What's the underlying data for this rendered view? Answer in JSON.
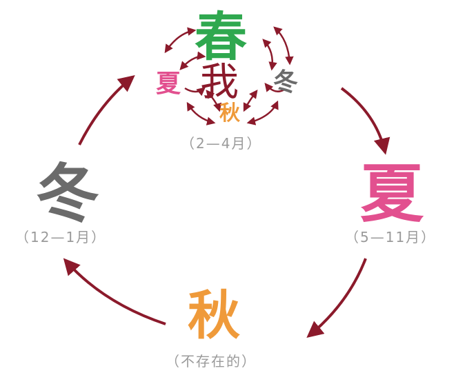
{
  "center": {
    "spring": "春",
    "summer": "夏",
    "self": "我",
    "winter": "冬",
    "autumn": "秋",
    "spring_note": "（2—4月）"
  },
  "right": {
    "label": "夏",
    "note": "（5—11月）"
  },
  "bottom": {
    "label": "秋",
    "note": "（不存在的）"
  },
  "left": {
    "label": "冬",
    "note": "（12—1月）"
  },
  "colors": {
    "spring": "#2fa84f",
    "summer": "#e2508f",
    "autumn": "#ef9a3a",
    "winter": "#6b6b6b",
    "self": "#8b1a2b",
    "arrow": "#8b1a2b"
  }
}
